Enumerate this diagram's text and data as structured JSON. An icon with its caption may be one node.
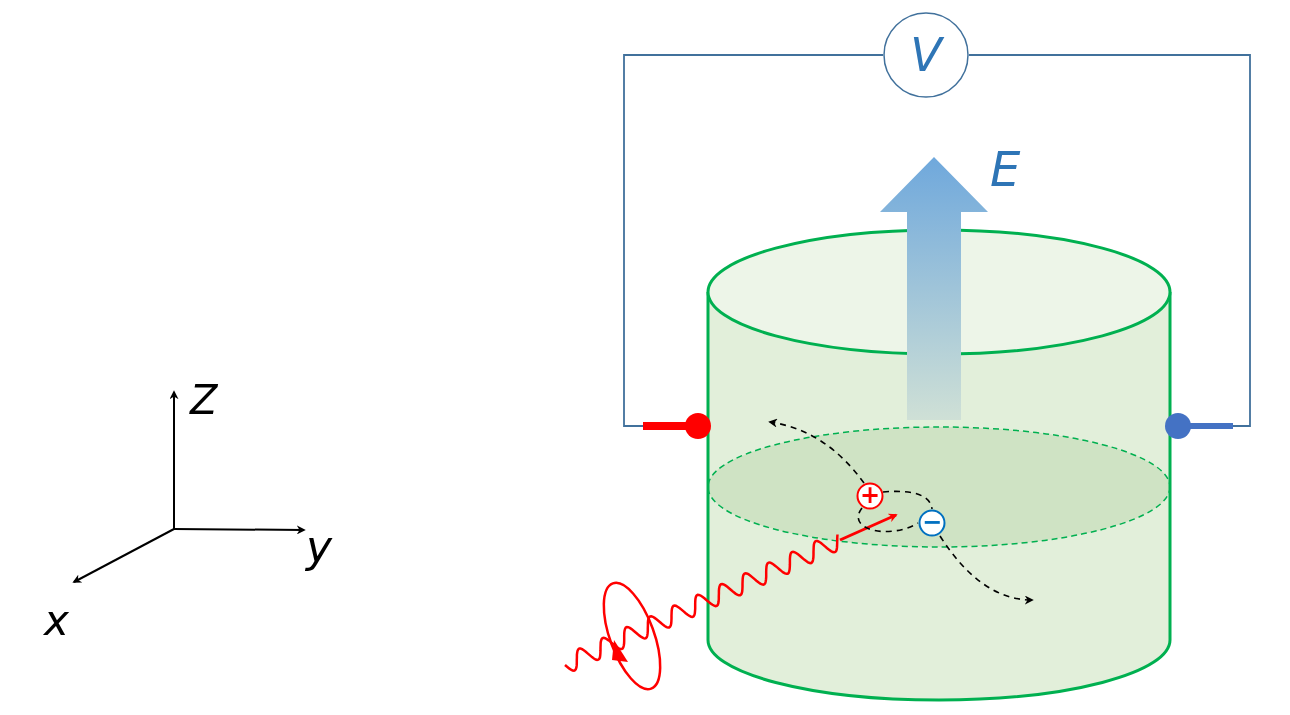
{
  "diagram": {
    "nodes": [
      {
        "text": [
          "V"
        ]
      },
      {
        "text": [],
        "shape": "circle"
      },
      {
        "text": [],
        "shape": "circle"
      },
      {
        "text": [
          "+"
        ]
      },
      {
        "text": [
          "−"
        ]
      }
    ],
    "edges": [
      {
        "from": 0,
        "to": 1,
        "arrow": "none",
        "color": "#41719c"
      },
      {
        "from": 0,
        "to": 2,
        "arrow": "none",
        "color": "#41719c"
      },
      {
        "from": 3,
        "to": 4,
        "arrow": "none",
        "style": "dashed"
      },
      {
        "from": 3,
        "to": null,
        "arrow": "to",
        "style": "dashed"
      },
      {
        "from": 4,
        "to": null,
        "arrow": "to",
        "style": "dashed"
      }
    ],
    "labels": [
      "E",
      "Z",
      "y",
      "x"
    ]
  }
}
